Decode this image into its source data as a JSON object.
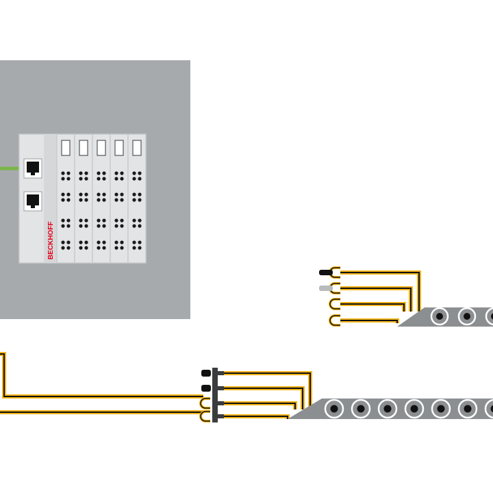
{
  "controller": {
    "brand": "BECKHOFF",
    "module_count": 5,
    "led_rows": 4,
    "ethernet_ports": 2
  },
  "wiring_groups": [
    {
      "id": "upper",
      "conductor_count": 4,
      "contacts": 4,
      "rollers": 3
    },
    {
      "id": "lower",
      "conductor_count": 4,
      "contacts": 4,
      "rollers": 7
    }
  ],
  "colors": {
    "cabinet": "#a7aaad",
    "terminal_body": "#e3e4e5",
    "terminal_edge": "#c9cbcd",
    "brand_red": "#e2001a",
    "ethernet_cable": "#7ab648",
    "cable_jacket": "#f2b318",
    "conductor": "#111111",
    "roller_track": "#8c8f92",
    "roller_ring": "#ffffff"
  },
  "icons": {
    "ethernet_port": "ethernet-port-icon",
    "roller": "roller-icon",
    "contact": "contact-icon"
  }
}
